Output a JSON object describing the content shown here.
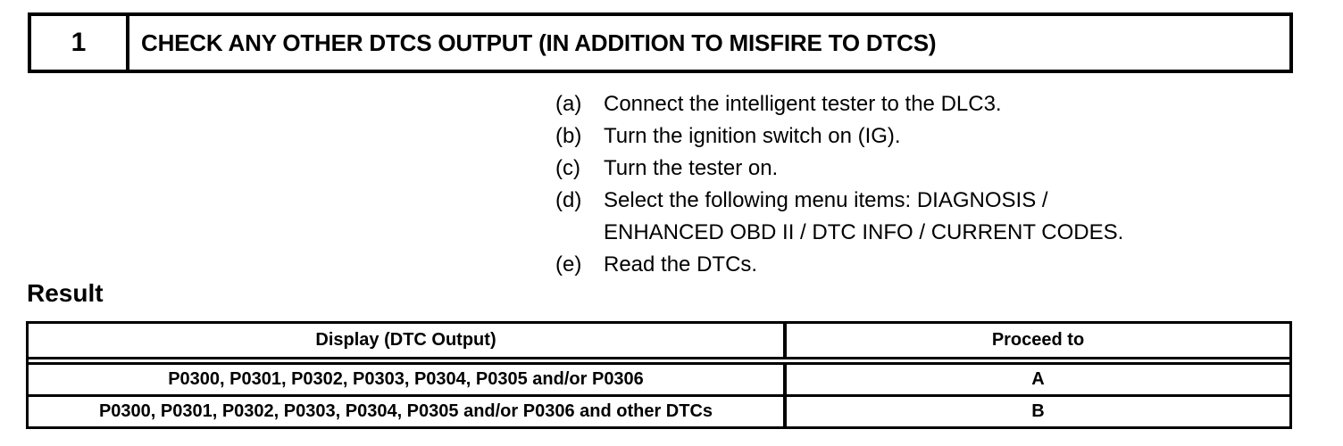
{
  "page": {
    "background": "#ffffff",
    "text_color": "#000000"
  },
  "step_header": {
    "number": "1",
    "title": "CHECK ANY OTHER DTCS OUTPUT (IN ADDITION TO MISFIRE TO DTCS)"
  },
  "procedure": {
    "steps": [
      {
        "label": "(a)",
        "lines": [
          "Connect the intelligent tester to the DLC3."
        ]
      },
      {
        "label": "(b)",
        "lines": [
          "Turn the ignition switch on (IG)."
        ]
      },
      {
        "label": "(c)",
        "lines": [
          "Turn the tester on."
        ]
      },
      {
        "label": "(d)",
        "lines": [
          "Select the following menu items: DIAGNOSIS /",
          "ENHANCED OBD II / DTC INFO / CURRENT CODES."
        ]
      },
      {
        "label": "(e)",
        "lines": [
          "Read the DTCs."
        ]
      }
    ]
  },
  "result": {
    "heading": "Result",
    "table": {
      "columns": [
        "Display (DTC Output)",
        "Proceed to"
      ],
      "rows": [
        {
          "display": "P0300, P0301, P0302, P0303, P0304, P0305 and/or P0306",
          "proceed_to": "A"
        },
        {
          "display": "P0300, P0301, P0302, P0303, P0304, P0305 and/or P0306 and other DTCs",
          "proceed_to": "B"
        }
      ]
    }
  }
}
